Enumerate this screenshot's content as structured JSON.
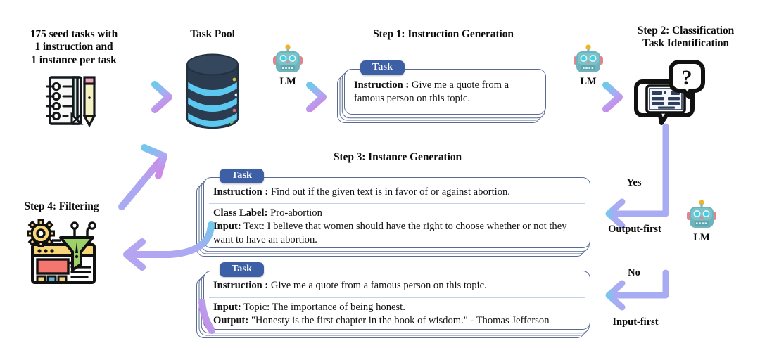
{
  "diagram": {
    "title": "Self-Instruct pipeline",
    "colors": {
      "arrow_blue": "#A7A9F2",
      "arrow_cyan": "#6FC9EC",
      "arrow_magenta": "#C98CE4",
      "badge_blue": "#3C5FA6",
      "card_border": "#5A6B90",
      "db_body": "#283A4D",
      "db_band": "#5BC8F0"
    }
  },
  "seed": {
    "line1": "175 seed tasks with",
    "line2": "1 instruction and",
    "line3": "1 instance per task",
    "icon": "notepad-pencil-icon"
  },
  "task_pool": {
    "title": "Task Pool",
    "icon": "database-cylinder-icon"
  },
  "lm": {
    "label": "LM",
    "icon": "robot-icon"
  },
  "step1": {
    "title": "Step 1: Instruction Generation",
    "card": {
      "badge": "Task",
      "instruction_label": "Instruction :",
      "instruction_text": "Give me a quote from a famous person on this topic."
    }
  },
  "step2": {
    "title_line1": "Step 2: Classification",
    "title_line2": "Task Identification",
    "icon": "tablet-question-bubble-icon"
  },
  "step3": {
    "title": "Step 3: Instance Generation",
    "card_a": {
      "badge": "Task",
      "instruction_label": "Instruction :",
      "instruction_text": "Find out if the given text is in favor of or against abortion.",
      "class_label_label": "Class Label:",
      "class_label_text": "Pro-abortion",
      "input_label": "Input:",
      "input_text": "Text: I believe that women should have the right to choose whether or not they want to have an abortion."
    },
    "card_b": {
      "badge": "Task",
      "instruction_label": "Instruction :",
      "instruction_text": "Give me a quote from a famous person on this topic.",
      "input_label": "Input:",
      "input_text": "Topic: The importance of being honest.",
      "output_label": "Output:",
      "output_text": "\"Honesty is the first chapter in the book of wisdom.\" - Thomas Jefferson"
    }
  },
  "step4": {
    "title": "Step 4: Filtering",
    "icon": "filter-funnel-gear-icon"
  },
  "branch": {
    "yes": "Yes",
    "output_first": "Output-first",
    "no": "No",
    "input_first": "Input-first",
    "lm_label": "LM"
  }
}
